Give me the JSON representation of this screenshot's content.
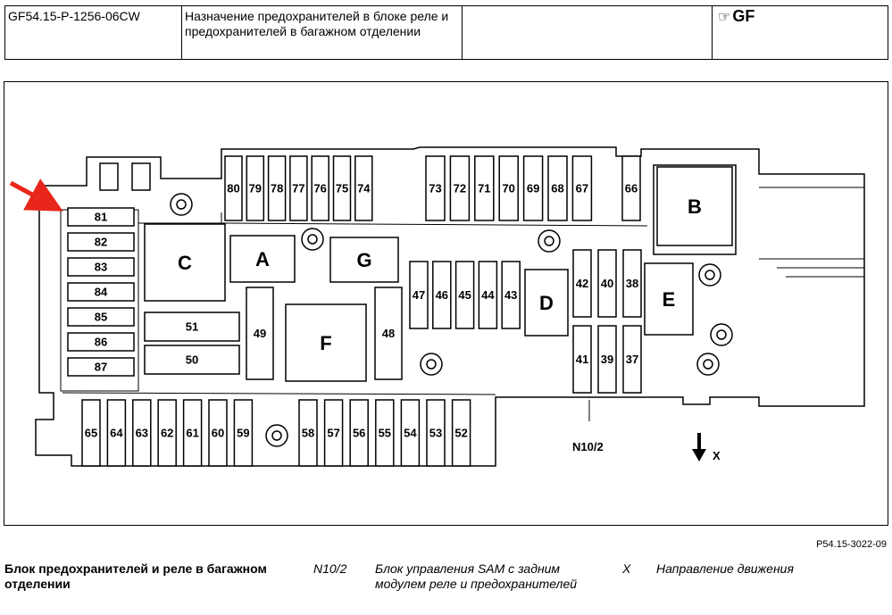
{
  "header": {
    "doc_code": "GF54.15-P-1256-06CW",
    "title": "Назначение предохранителей в блоке реле и предохранителей в багажном отделении",
    "empty": "",
    "gf_label": "GF"
  },
  "diagram": {
    "fuses_left": [
      "81",
      "82",
      "83",
      "84",
      "85",
      "86",
      "87"
    ],
    "fuses_top_left": [
      "80",
      "79",
      "78",
      "77",
      "76",
      "75",
      "74"
    ],
    "fuses_top_mid": [
      "73",
      "72",
      "71",
      "70",
      "69",
      "68",
      "67"
    ],
    "fuse_top_right": "66",
    "fuses_bottom_left": [
      "65",
      "64",
      "63",
      "62",
      "61",
      "60",
      "59"
    ],
    "fuses_bottom_right": [
      "58",
      "57",
      "56",
      "55",
      "54",
      "53",
      "52"
    ],
    "fuses_center": [
      "47",
      "46",
      "45",
      "44",
      "43"
    ],
    "fuses_right_top": [
      "42",
      "40",
      "38"
    ],
    "fuses_right_bottom": [
      "41",
      "39",
      "37"
    ],
    "relays": {
      "A": "A",
      "B": "B",
      "C": "C",
      "D": "D",
      "E": "E",
      "F": "F",
      "G": "G"
    },
    "fuse_51": "51",
    "fuse_50": "50",
    "fuse_49": "49",
    "fuse_48": "48",
    "callout": "N10/2",
    "direction": "X"
  },
  "figure_ref": "P54.15-3022-09",
  "legend": {
    "title": "Блок предохранителей и реле в багажном отделении",
    "n_code": "N10/2",
    "n_desc": "Блок управления SAM с задним модулем реле и предохранителей",
    "x_code": "X",
    "x_desc": "Направление движения"
  }
}
